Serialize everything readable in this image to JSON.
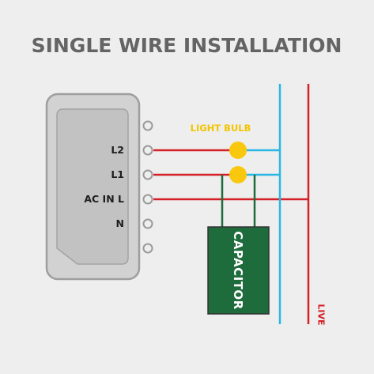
{
  "title": "SINGLE WIRE INSTALLATION",
  "terminals": [
    {
      "key": "t1",
      "label": ""
    },
    {
      "key": "t2",
      "label": "L2"
    },
    {
      "key": "t3",
      "label": "L1"
    },
    {
      "key": "t4",
      "label": "AC IN L"
    },
    {
      "key": "t5",
      "label": "N"
    },
    {
      "key": "t6",
      "label": ""
    }
  ],
  "bulb_label": "LIGHT BULB",
  "capacitor_label": "CAPACITOR",
  "live_label": "LIVE",
  "colors": {
    "background": "#eeeeee",
    "title": "#646464",
    "switch_body": "#c9c9c9",
    "switch_outline": "#9e9e9e",
    "live_wire": "#d42027",
    "neutral_wire": "#29b6e3",
    "capacitor": "#1e6b3c",
    "capacitor_leads": "#1e6b3c",
    "bulb": "#f9c80e",
    "terminal": "#9a9a9a"
  }
}
